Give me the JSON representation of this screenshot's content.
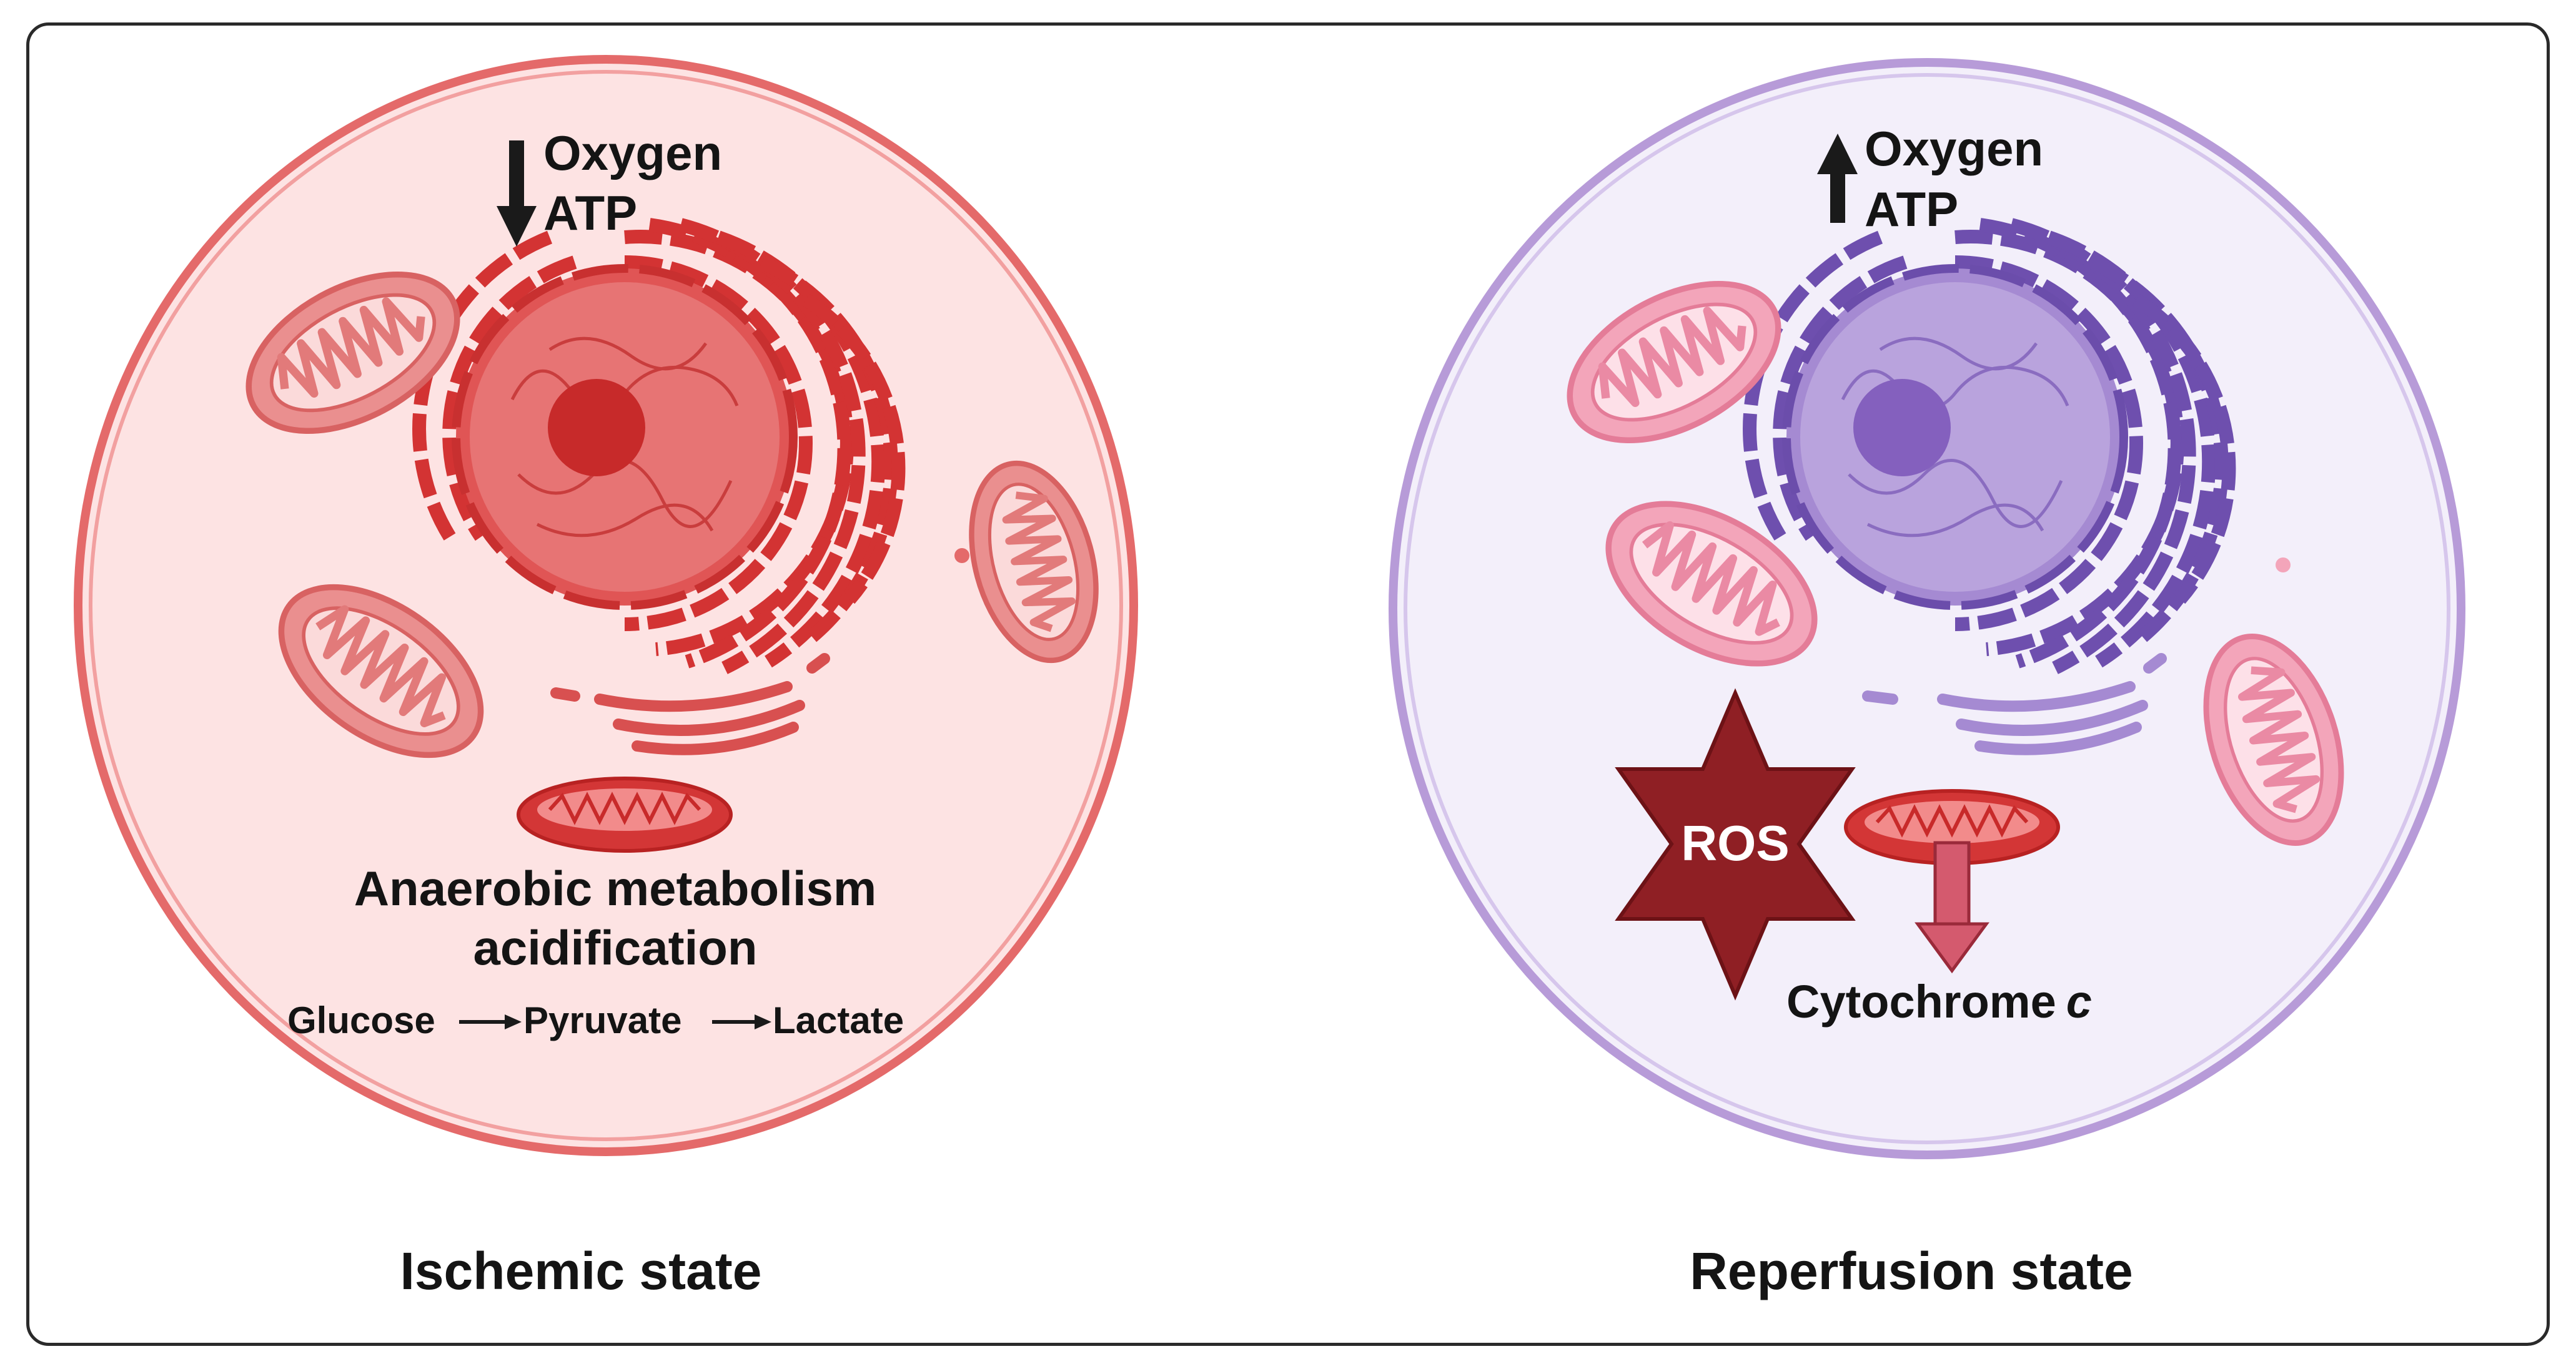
{
  "panels": {
    "ischemic": {
      "title": "Ischemic state",
      "indicator": {
        "direction": "down",
        "line1": "Oxygen",
        "line2": "ATP"
      },
      "caption_line1": "Anaerobic metabolism",
      "caption_line2": "acidification",
      "pathway": [
        "Glucose",
        "Pyruvate",
        "Lactate"
      ],
      "colors": {
        "membrane": "#e46a6a",
        "fill": "#fde3e3",
        "organelle": "#d33333",
        "nucleus": "#cf4444",
        "mito": "#e98c8c"
      }
    },
    "reperfusion": {
      "title": "Reperfusion state",
      "indicator": {
        "direction": "up",
        "line1": "Oxygen",
        "line2": "ATP"
      },
      "ros_label": "ROS",
      "release_label": "Cytochrome",
      "release_label_italic": "c",
      "colors": {
        "membrane": "#b79bd8",
        "fill": "#f3effa",
        "organelle": "#6e4fae",
        "nucleus": "#9b82c9",
        "mito": "#ee9db2",
        "ros": "#8f1f24"
      }
    }
  }
}
